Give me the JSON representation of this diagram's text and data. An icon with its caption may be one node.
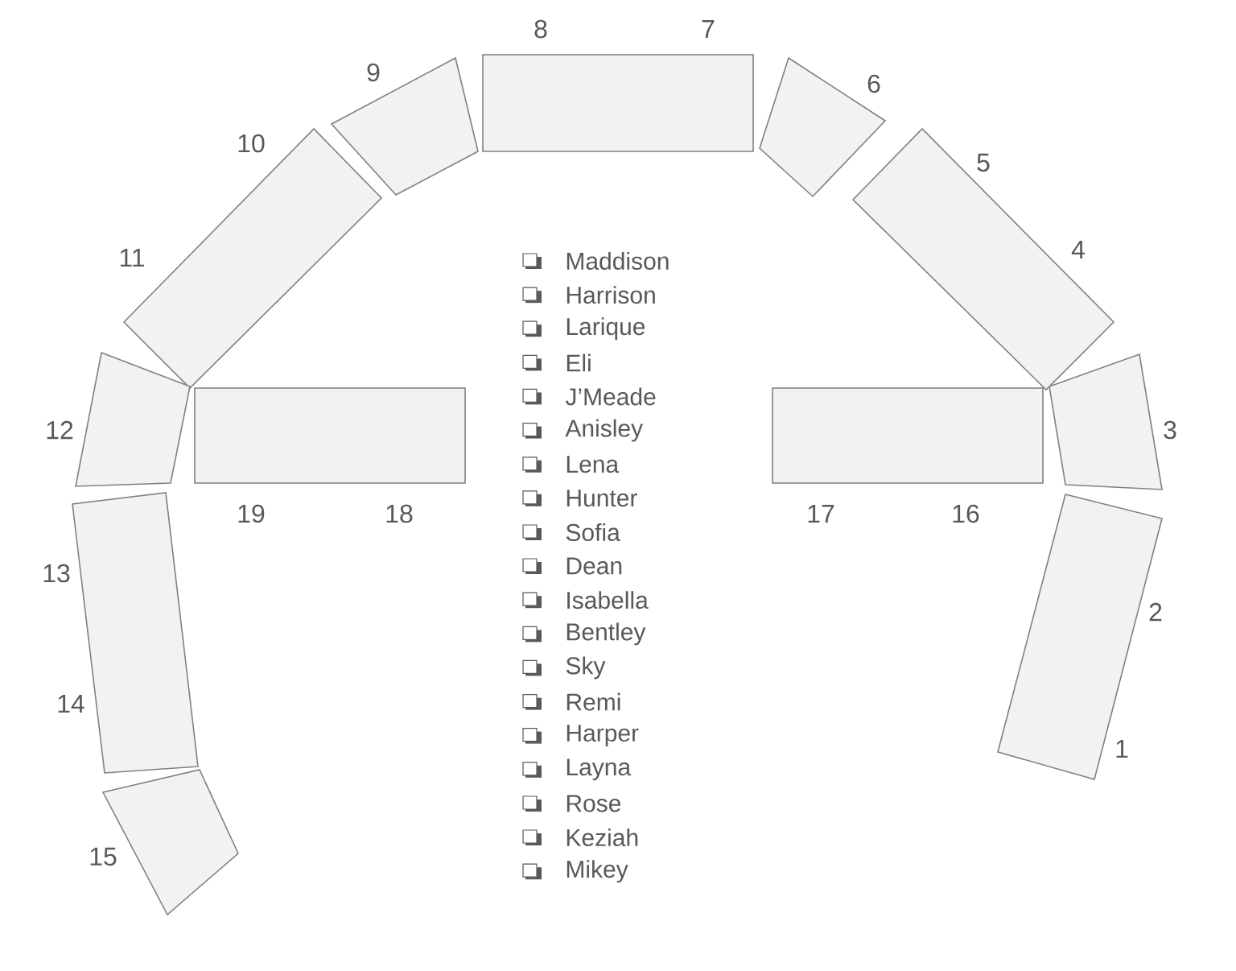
{
  "diagram": {
    "nodes": [
      {
        "text": [],
        "shape": "box",
        "beside": [
          "1",
          "2"
        ]
      },
      {
        "text": [],
        "shape": "box",
        "beside": [
          "3"
        ]
      },
      {
        "text": [],
        "shape": "box",
        "beside": [
          "4",
          "5"
        ]
      },
      {
        "text": [],
        "shape": "box",
        "beside": [
          "6"
        ]
      },
      {
        "text": [],
        "shape": "box",
        "beside": [
          "7",
          "8"
        ]
      },
      {
        "text": [],
        "shape": "box",
        "beside": [
          "9"
        ]
      },
      {
        "text": [],
        "shape": "box",
        "beside": [
          "10",
          "11"
        ]
      },
      {
        "text": [],
        "shape": "box",
        "beside": [
          "12"
        ]
      },
      {
        "text": [],
        "shape": "box",
        "beside": [
          "13",
          "14"
        ]
      },
      {
        "text": [],
        "shape": "box",
        "beside": [
          "15"
        ]
      },
      {
        "text": [],
        "shape": "box",
        "beside": [
          "16",
          "17"
        ]
      },
      {
        "text": [],
        "shape": "box",
        "beside": [
          "18",
          "19"
        ]
      }
    ],
    "labels": [
      "Maddison",
      "Harrison",
      "Larique",
      "Eli",
      "J’Meade",
      "Anisley",
      "Lena",
      "Hunter",
      "Sofia",
      "Dean",
      "Isabella",
      "Bentley",
      "Sky",
      "Remi",
      "Harper",
      "Layna",
      "Rose",
      "Keziah",
      "Mikey"
    ]
  }
}
